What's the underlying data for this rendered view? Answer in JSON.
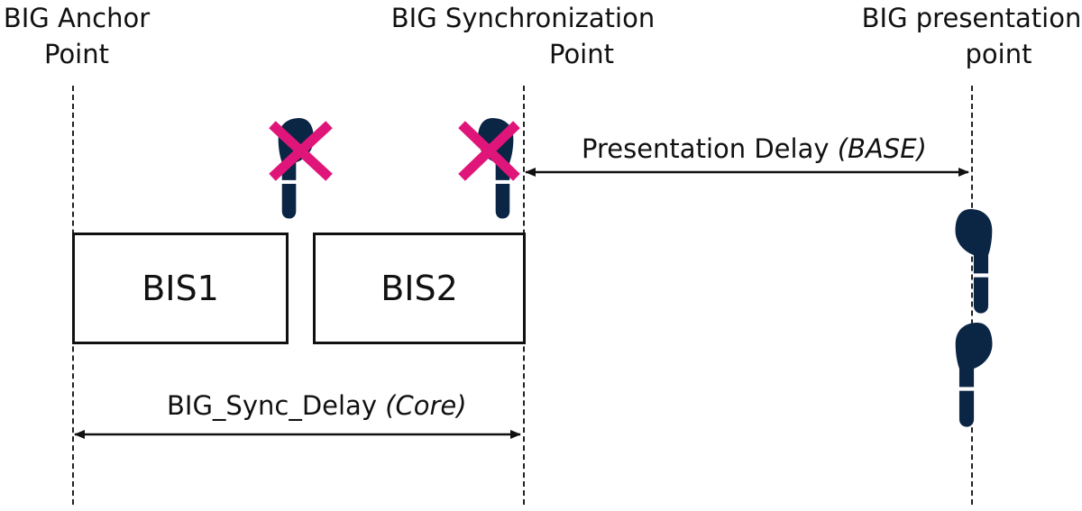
{
  "points": {
    "anchor": [
      "BIG Anchor",
      "Point"
    ],
    "sync": [
      "BIG Synchronization",
      "Point"
    ],
    "presentation": [
      "BIG presentation",
      "point"
    ]
  },
  "boxes": {
    "bis1": "BIS1",
    "bis2": "BIS2"
  },
  "presentation_delay": {
    "text": "Presentation Delay ",
    "qualifier": "(BASE)"
  },
  "big_sync_delay": {
    "text": "BIG_Sync_Delay ",
    "qualifier": "(Core)"
  },
  "colors": {
    "earbud": "#0b2545",
    "cross": "#e0157a",
    "line": "#111111"
  },
  "icons": [
    "earbud-icon",
    "cross-icon"
  ]
}
